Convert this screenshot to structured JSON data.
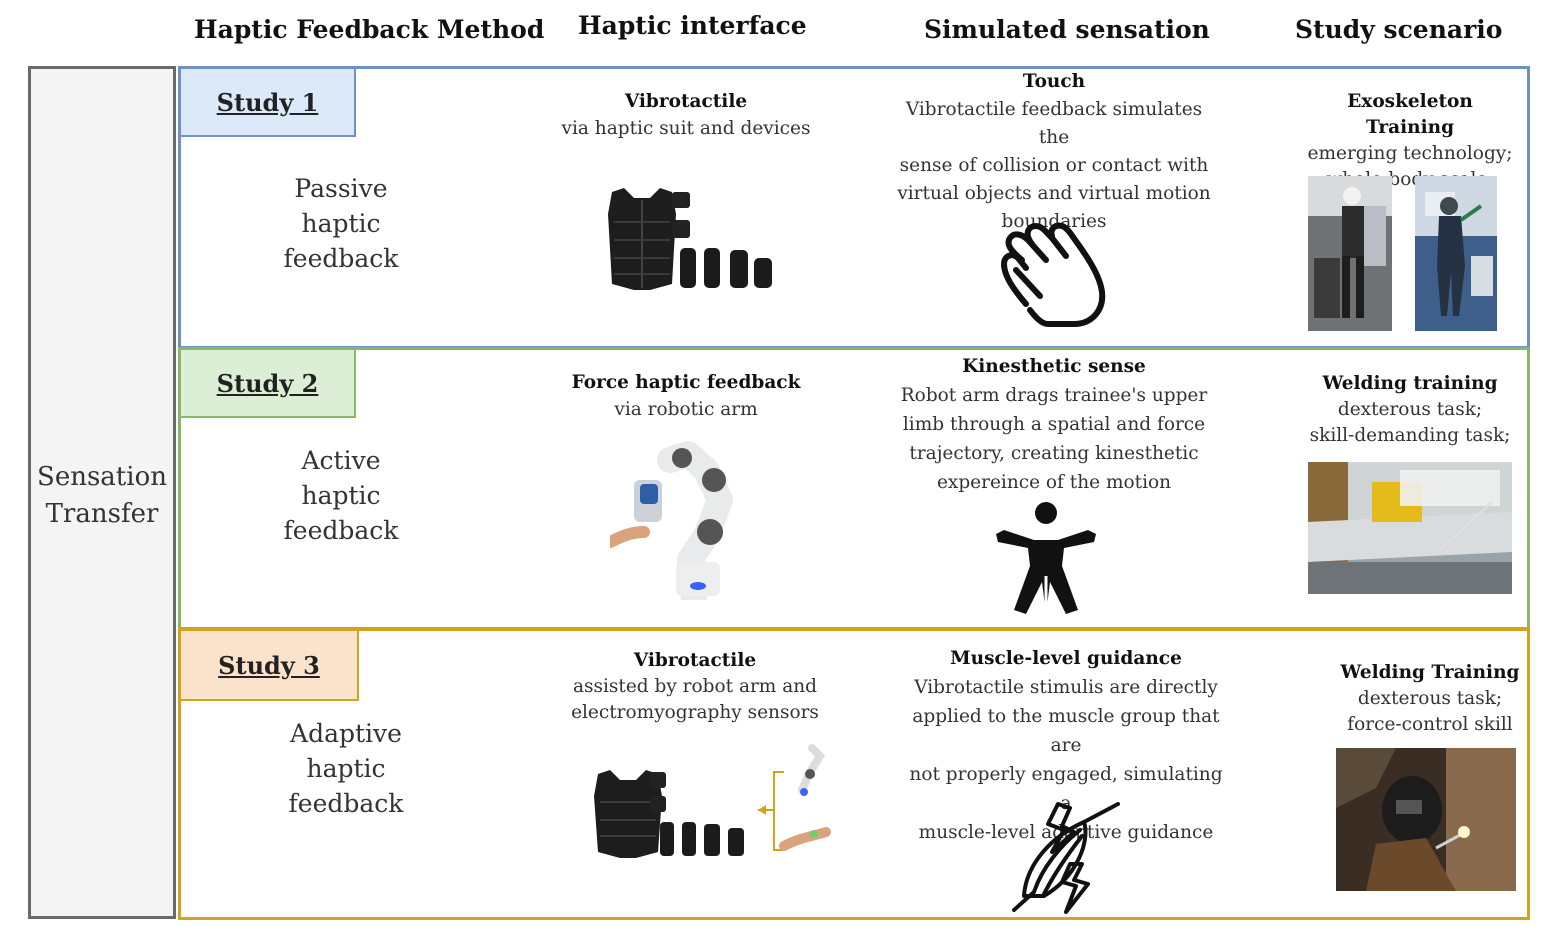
{
  "headers": {
    "method": "Haptic Feedback Method",
    "interface": "Haptic interface",
    "sensation": "Simulated sensation",
    "scenario": "Study scenario"
  },
  "side_label": {
    "line1": "Sensation",
    "line2": "Transfer"
  },
  "colors": {
    "study1": "#7190c4",
    "study2": "#86b86a",
    "study3": "#d4a21d",
    "side": "#6a6a6a"
  },
  "studies": [
    {
      "tag": "Study 1",
      "method": [
        "Passive",
        "haptic",
        "feedback"
      ],
      "interface_title": "Vibrotactile",
      "interface_desc": [
        "via haptic suit and devices"
      ],
      "sensation_title": "Touch",
      "sensation_desc": [
        "Vibrotactile feedback simulates the",
        "sense of collision or contact with",
        "virtual objects and virtual motion",
        "boundaries"
      ],
      "sensation_icon": "touch-hand-icon",
      "scenario_title": "Exoskeleton Training",
      "scenario_desc": [
        "emerging technology;",
        "whole-body scale;"
      ]
    },
    {
      "tag": "Study 2",
      "method": [
        "Active",
        "haptic",
        "feedback"
      ],
      "interface_title": "Force haptic feedback",
      "interface_desc": [
        "via robotic arm"
      ],
      "sensation_title": "Kinesthetic sense",
      "sensation_desc": [
        "Robot arm drags trainee's upper",
        "limb through a spatial and force",
        "trajectory, creating kinesthetic",
        "expereince of the motion"
      ],
      "sensation_icon": "body-figure-icon",
      "scenario_title": "Welding training",
      "scenario_desc": [
        "dexterous task;",
        "skill-demanding task;"
      ]
    },
    {
      "tag": "Study 3",
      "method": [
        "Adaptive",
        "haptic",
        "feedback"
      ],
      "interface_title": "Vibrotactile",
      "interface_desc": [
        "assisted by robot arm and",
        "electromyography sensors"
      ],
      "sensation_title": "Muscle-level guidance",
      "sensation_desc": [
        "Vibrotactile stimulis are directly",
        "applied to the muscle group that are",
        "not properly engaged, simulating a",
        "muscle-level adaptive guidance"
      ],
      "sensation_icon": "muscle-lightning-icon",
      "scenario_title": "Welding Training",
      "scenario_desc": [
        "dexterous task;",
        "force-control skill"
      ]
    }
  ]
}
